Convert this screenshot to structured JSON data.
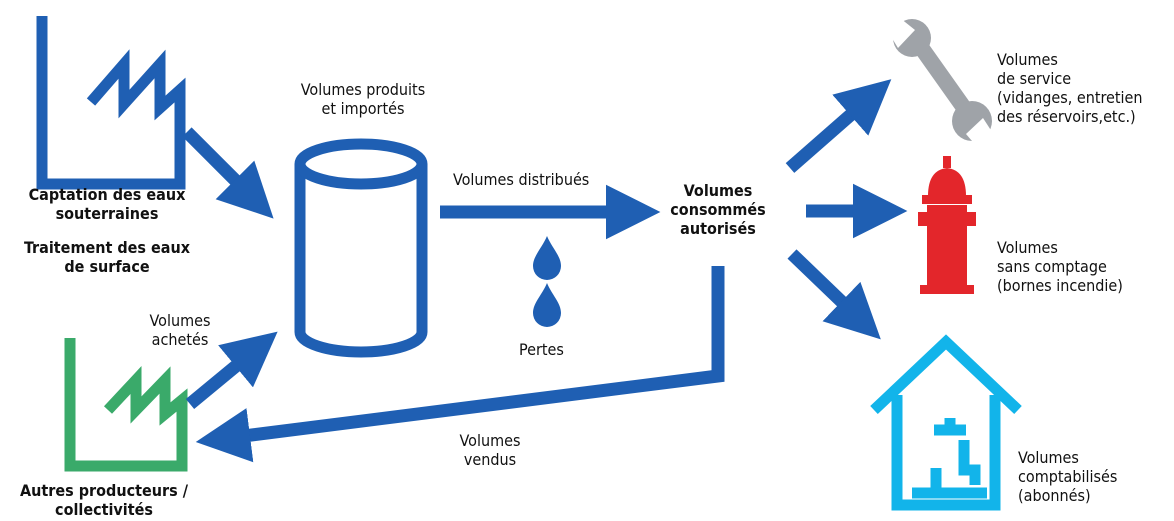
{
  "colors": {
    "flow_blue": "#1f5fb3",
    "green": "#3aaa6a",
    "grey": "#9fa3a8",
    "red": "#e3262b",
    "cyan": "#12b4ea"
  },
  "icons": {
    "source_plant": "factory-icon",
    "other_producers": "factory-icon",
    "reservoir": "cylinder-tank-icon",
    "losses": "water-drop-icon",
    "service": "wrench-icon",
    "no_metering": "fire-hydrant-icon",
    "metered": "house-tap-icon"
  },
  "labels": {
    "captation": [
      "Captation des eaux",
      "souterraines"
    ],
    "traitement": [
      "Traitement des eaux",
      "de surface"
    ],
    "produits": [
      "Volumes produits",
      "et importés"
    ],
    "distribues": "Volumes distribués",
    "autorises": [
      "Volumes",
      "consommés",
      "autorisés"
    ],
    "pertes": "Pertes",
    "achetes": [
      "Volumes",
      "achetés"
    ],
    "vendus": [
      "Volumes",
      "vendus"
    ],
    "autres": [
      "Autres producteurs /",
      "collectivités"
    ],
    "service": [
      "Volumes",
      "de service",
      "(vidanges, entretien",
      "des réservoirs,etc.)"
    ],
    "sans_comptage": [
      "Volumes",
      "sans comptage",
      "(bornes incendie)"
    ],
    "comptabilises": [
      "Volumes",
      "comptabilisés",
      "(abonnés)"
    ]
  }
}
